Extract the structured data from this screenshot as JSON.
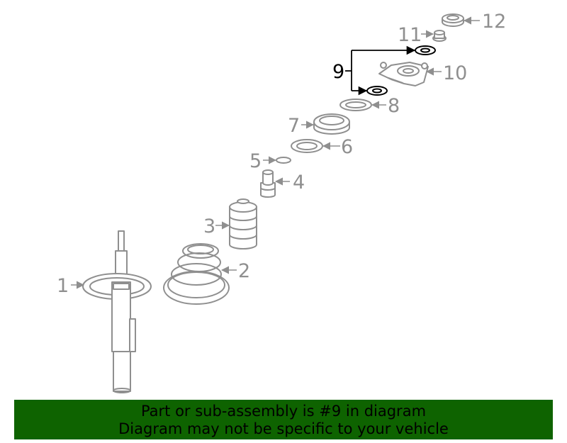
{
  "diagram": {
    "callouts": {
      "c1": "1",
      "c2": "2",
      "c3": "3",
      "c4": "4",
      "c5": "5",
      "c6": "6",
      "c7": "7",
      "c8": "8",
      "c9": "9",
      "c10": "10",
      "c11": "11",
      "c12": "12"
    },
    "highlighted_part": "9",
    "colors": {
      "part_stroke": "#8f8f8f",
      "highlight_stroke": "#000000",
      "banner_background": "#0e6300"
    }
  },
  "banner": {
    "line1": "Part or sub-assembly is #9 in diagram",
    "line2": "Diagram may not be specific to your vehicle"
  }
}
